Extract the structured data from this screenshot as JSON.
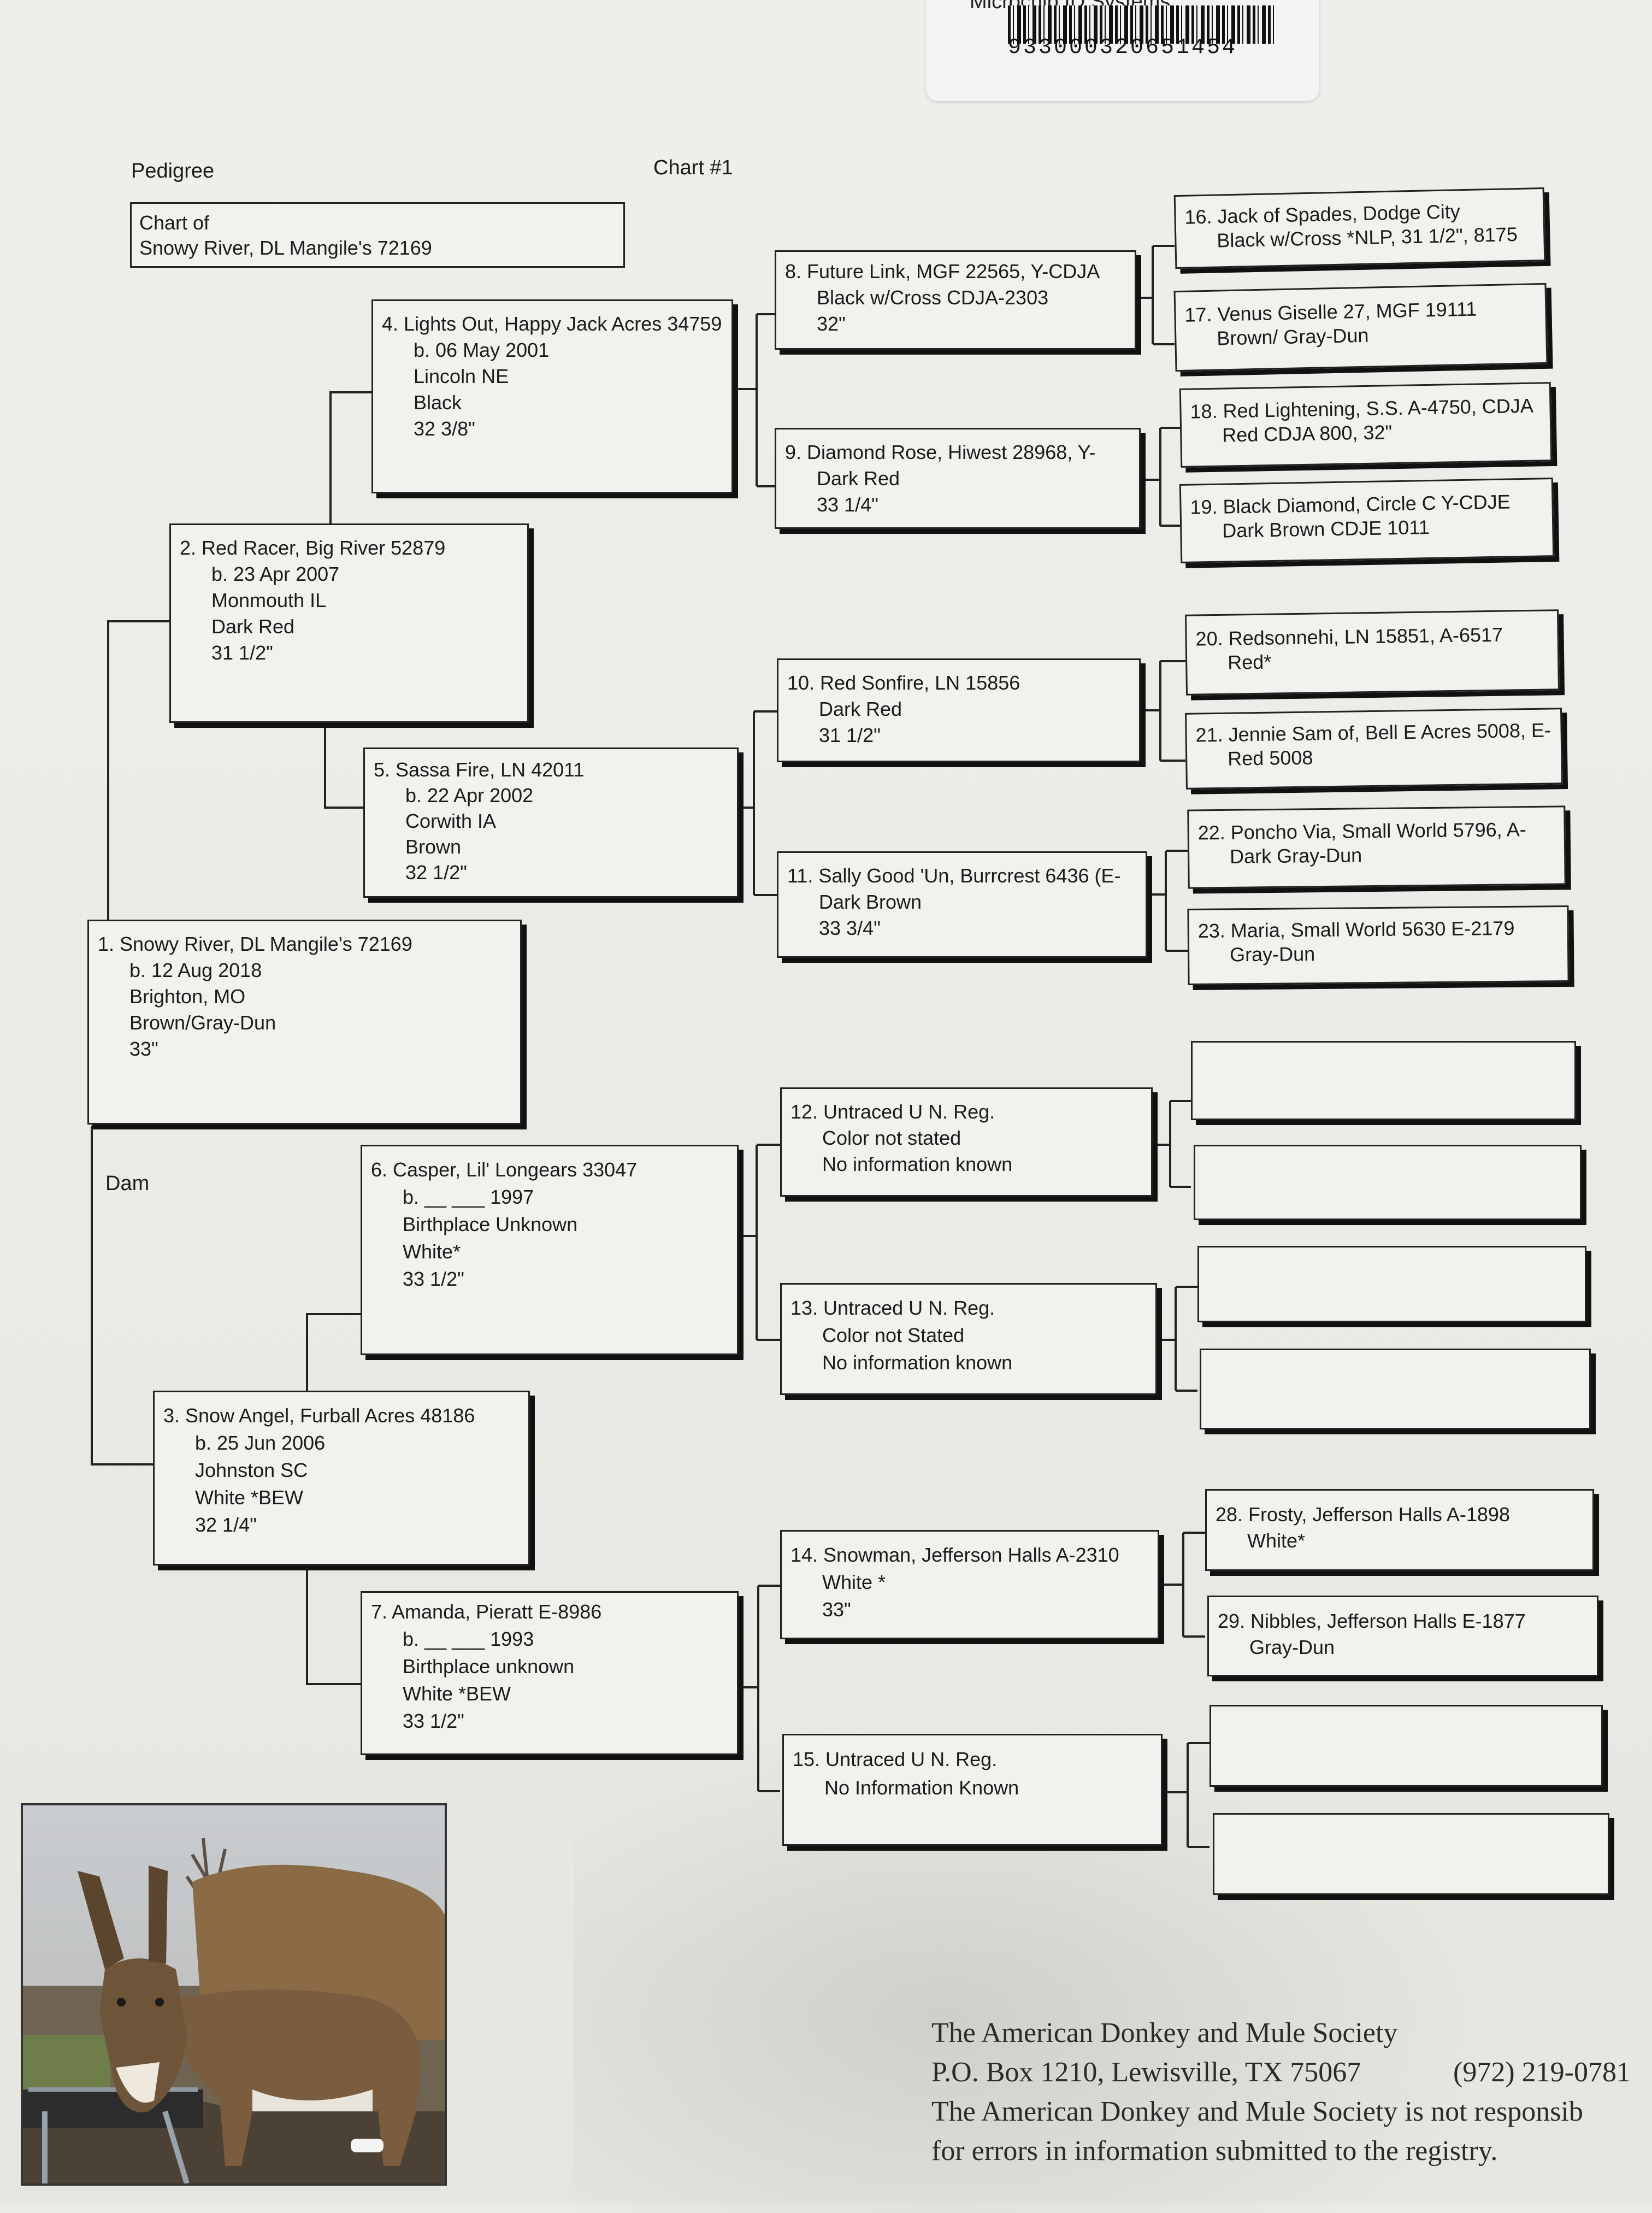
{
  "sticker": {
    "title": "Microchip ID Systems",
    "barcode_number": "933000320651454"
  },
  "header": {
    "pedigree_label": "Pedigree",
    "chart_number": "Chart #1",
    "chart_of_line1": "Chart of",
    "chart_of_line2": "Snowy River, DL Mangile's 72169"
  },
  "dam_label": "Dam",
  "animals": {
    "a1": [
      "1. Snowy River, DL Mangile's 72169",
      "b. 12 Aug 2018",
      "Brighton, MO",
      "Brown/Gray-Dun",
      "33\""
    ],
    "a2": [
      "2. Red Racer, Big River 52879",
      "b. 23 Apr 2007",
      "Monmouth IL",
      "Dark Red",
      "31 1/2\""
    ],
    "a3": [
      "3. Snow Angel, Furball Acres 48186",
      "b. 25 Jun 2006",
      "Johnston SC",
      "White *BEW",
      "32 1/4\""
    ],
    "a4": [
      "4. Lights Out, Happy Jack Acres 34759",
      "b. 06 May 2001",
      "Lincoln NE",
      "Black",
      "32 3/8\""
    ],
    "a5": [
      "5. Sassa Fire, LN 42011",
      "b. 22 Apr 2002",
      "Corwith IA",
      "Brown",
      "32 1/2\""
    ],
    "a6": [
      "6. Casper, Lil' Longears 33047",
      "b. __ ___ 1997",
      "Birthplace Unknown",
      "White*",
      "33 1/2\""
    ],
    "a7": [
      "7. Amanda, Pieratt E-8986",
      "b. __ ___ 1993",
      "Birthplace unknown",
      "White *BEW",
      "33 1/2\""
    ],
    "a8": [
      "8. Future Link, MGF 22565, Y-CDJA",
      "Black w/Cross  CDJA-2303",
      "32\""
    ],
    "a9": [
      "9. Diamond Rose, Hiwest 28968, Y-",
      "Dark Red",
      "33 1/4\""
    ],
    "a10": [
      "10. Red Sonfire, LN 15856",
      "Dark Red",
      "31 1/2\""
    ],
    "a11": [
      "11. Sally Good 'Un, Burrcrest 6436 (E-",
      "Dark Brown",
      "33 3/4\""
    ],
    "a12": [
      "12. Untraced U N. Reg.",
      "Color not stated",
      "No information known"
    ],
    "a13": [
      "13. Untraced U N. Reg.",
      "Color not Stated",
      "No information known"
    ],
    "a14": [
      "14. Snowman, Jefferson Halls A-2310",
      "White *",
      "33\""
    ],
    "a15": [
      "15. Untraced U N. Reg.",
      "No Information Known"
    ],
    "a16": [
      "16. Jack of Spades, Dodge City",
      "Black w/Cross *NLP, 31 1/2\", 8175"
    ],
    "a17": [
      "17. Venus Giselle 27, MGF 19111",
      "Brown/ Gray-Dun"
    ],
    "a18": [
      "18. Red Lightening, S.S. A-4750, CDJA",
      "Red  CDJA 800, 32\""
    ],
    "a19": [
      "19. Black Diamond, Circle C Y-CDJE",
      "Dark Brown  CDJE 1011"
    ],
    "a20": [
      "20. Redsonnehi, LN 15851, A-6517",
      "Red*"
    ],
    "a21": [
      "21. Jennie Sam of, Bell E Acres 5008, E-",
      "Red 5008"
    ],
    "a22": [
      "22. Poncho Via, Small World 5796, A-",
      "Dark Gray-Dun"
    ],
    "a23": [
      "23. Maria, Small World 5630 E-2179",
      "Gray-Dun"
    ],
    "a28": [
      "28. Frosty, Jefferson Halls A-1898",
      "White*"
    ],
    "a29": [
      "29. Nibbles, Jefferson Halls E-1877",
      "Gray-Dun"
    ]
  },
  "footer": {
    "line1": "The American Donkey and Mule Society",
    "line2": "P.O. Box 1210, Lewisville, TX 75067",
    "phone": "(972) 219-0781",
    "line3": "The American Donkey and Mule Society is not responsib",
    "line4": "for errors in information submitted to the registry."
  }
}
